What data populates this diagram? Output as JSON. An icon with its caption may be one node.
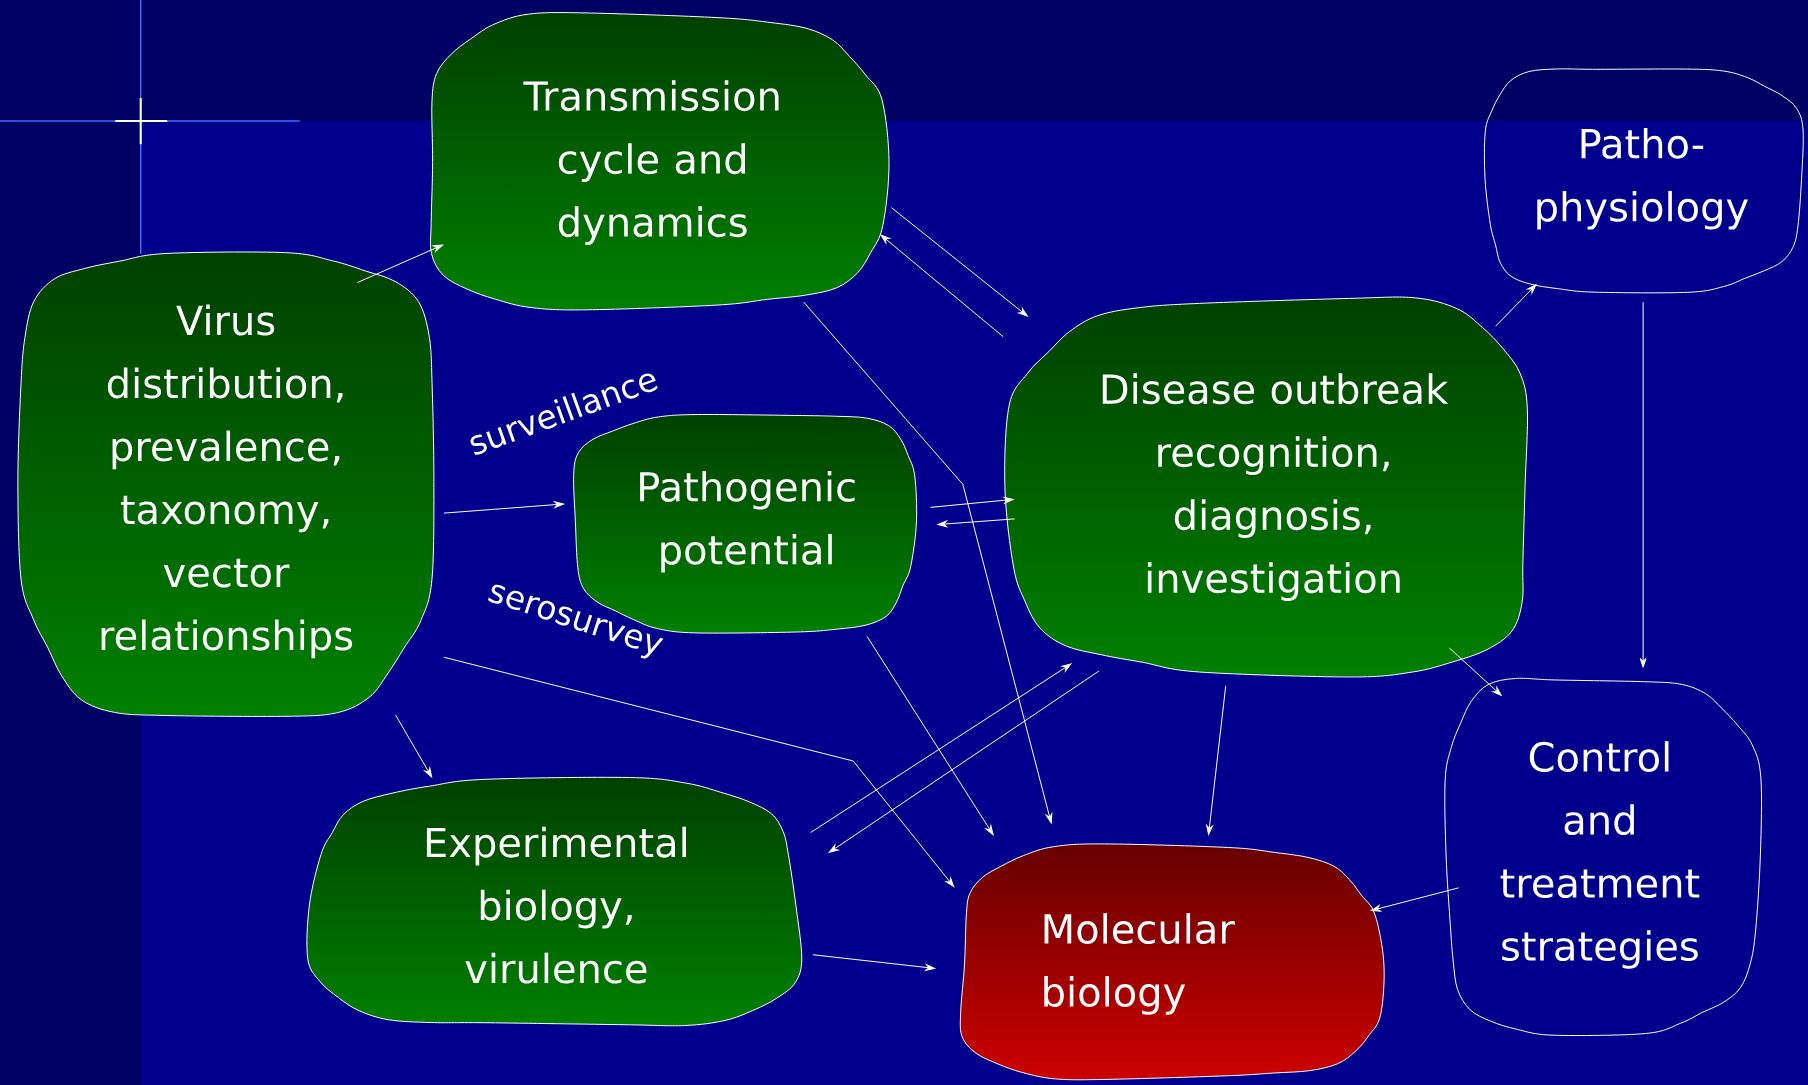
{
  "diagram": {
    "nodes": [
      {
        "text": [
          "Transmission cycle and dynamics"
        ]
      },
      {
        "text": [
          "Patho- physiology"
        ]
      },
      {
        "text": [
          "Virus distribution, prevalence, taxonomy, vector relationships"
        ]
      },
      {
        "text": [
          "Pathogenic potential"
        ]
      },
      {
        "text": [
          "Disease outbreak recognition, diagnosis, investigation"
        ]
      },
      {
        "text": [
          "Experimental biology, virulence"
        ]
      },
      {
        "text": [
          "Molecular biology"
        ]
      },
      {
        "text": [
          "Control and treatment strategies"
        ]
      }
    ],
    "edges": [
      {
        "from": 2,
        "to": 0,
        "arrow": "to"
      },
      {
        "from": 0,
        "to": 4,
        "arrow": "to"
      },
      {
        "from": 4,
        "to": 0,
        "arrow": "to"
      },
      {
        "from": 0,
        "to": 6,
        "arrow": "to"
      },
      {
        "from": 2,
        "to": 3,
        "arrow": "to"
      },
      {
        "from": 3,
        "to": 4,
        "arrow": "to"
      },
      {
        "from": 4,
        "to": 3,
        "arrow": "to"
      },
      {
        "from": 3,
        "to": 6,
        "arrow": "to"
      },
      {
        "from": 2,
        "to": 5,
        "arrow": "to"
      },
      {
        "from": 2,
        "to": 6,
        "arrow": "to"
      },
      {
        "from": 5,
        "to": 4,
        "arrow": "to"
      },
      {
        "from": 4,
        "to": 5,
        "arrow": "to"
      },
      {
        "from": 5,
        "to": 6,
        "arrow": "to"
      },
      {
        "from": 4,
        "to": 6,
        "arrow": "to"
      },
      {
        "from": 4,
        "to": 1,
        "arrow": "to"
      },
      {
        "from": 1,
        "to": 7,
        "arrow": "to"
      },
      {
        "from": 4,
        "to": 7,
        "arrow": "to"
      },
      {
        "from": 7,
        "to": 6,
        "arrow": "to"
      }
    ],
    "labels": [
      "surveillance",
      "serosurvey"
    ]
  }
}
